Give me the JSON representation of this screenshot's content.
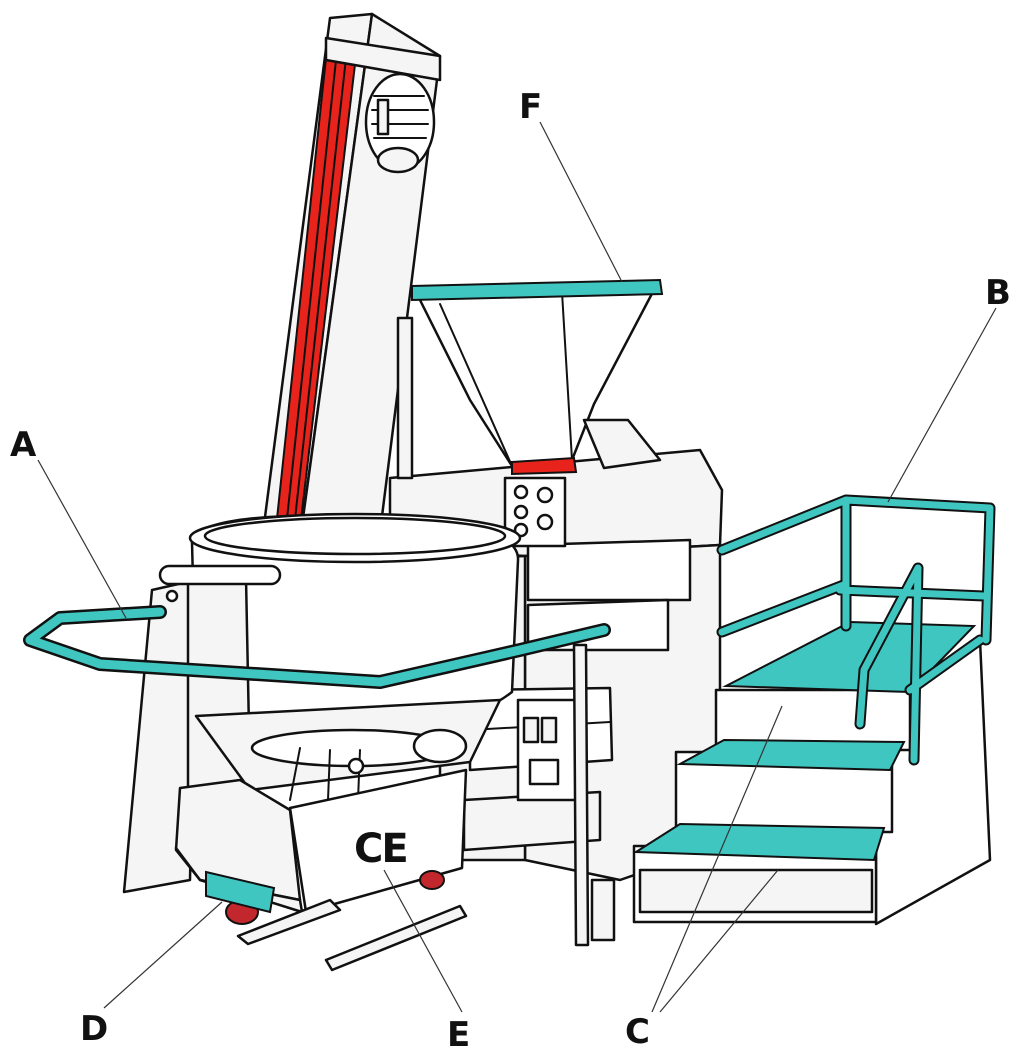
{
  "labels": {
    "a": "A",
    "b": "B",
    "c": "C",
    "d": "D",
    "e": "E",
    "f": "F"
  },
  "marks": {
    "ce": "CE"
  },
  "colors": {
    "rail_teal": "#3fc6c1",
    "column_red": "#e8231b",
    "outline": "#111111",
    "body_fill": "#f5f5f5"
  }
}
